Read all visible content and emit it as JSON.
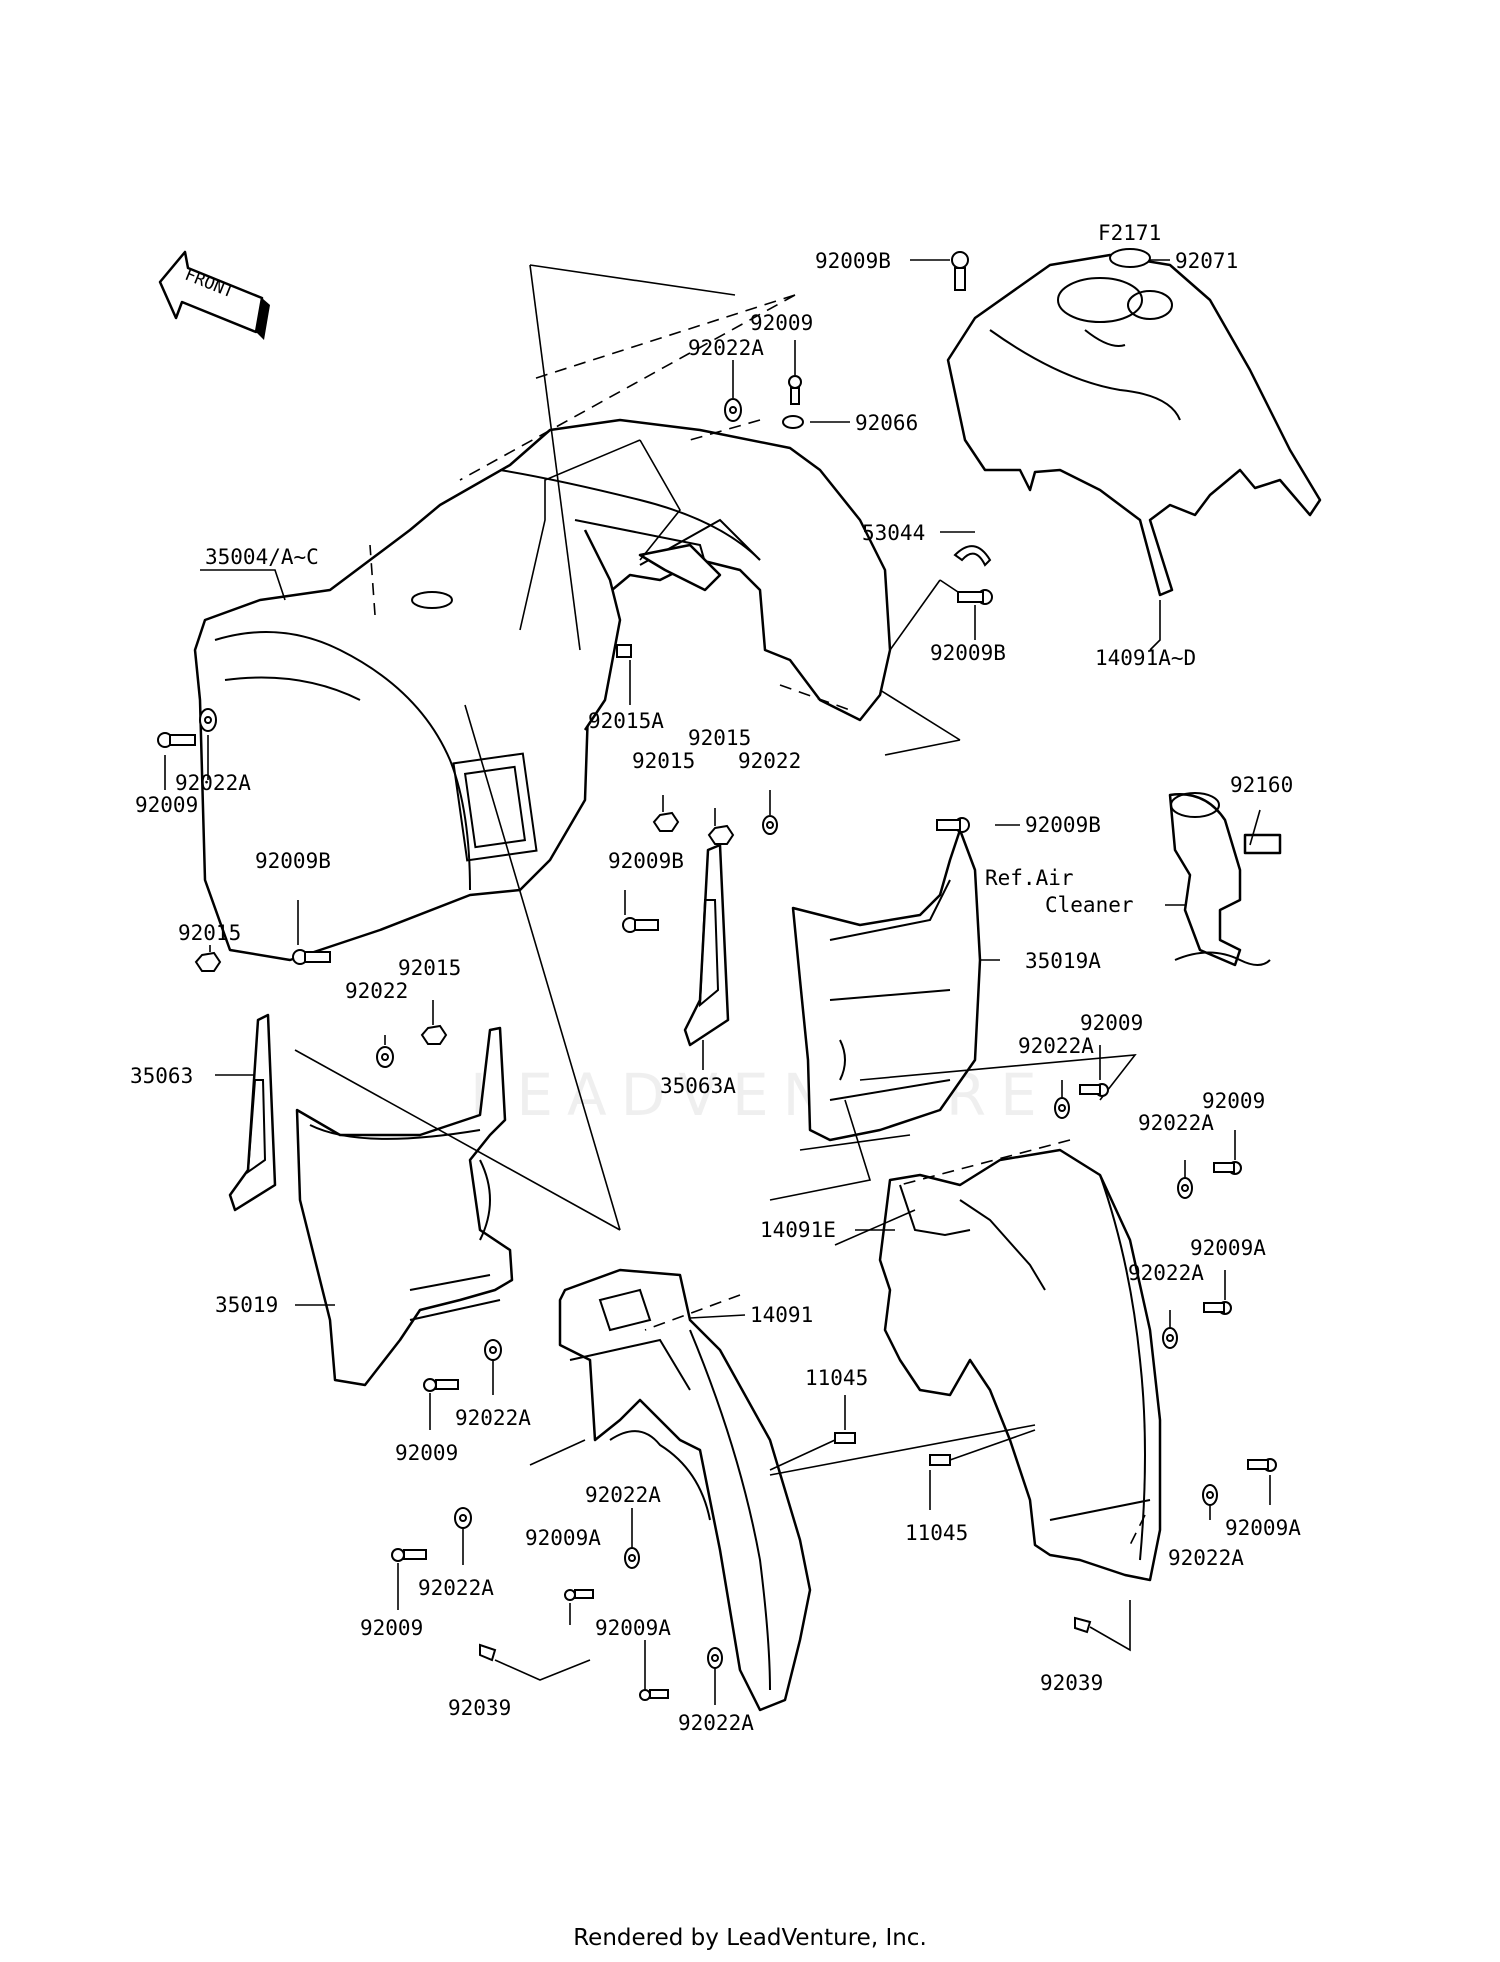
{
  "diagram_code": "F2171",
  "front_label": "FRONT",
  "footer": "Rendered by LeadVenture, Inc.",
  "watermark": "LEADVENTURE",
  "ref_note_line1": "Ref.Air",
  "ref_note_line2": "Cleaner",
  "callouts": [
    "92009B",
    "92071",
    "92009",
    "92022A",
    "92066",
    "53044",
    "35004/A~C",
    "92009B",
    "14091A~D",
    "92015A",
    "92015",
    "92015",
    "92022",
    "92009B",
    "92022A",
    "92009",
    "92009B",
    "92009B",
    "92160",
    "35019A",
    "92015",
    "92015",
    "92022",
    "35063",
    "35063A",
    "92009",
    "92022A",
    "92009",
    "92022A",
    "14091E",
    "92009A",
    "92022A",
    "35019",
    "14091",
    "11045",
    "92022A",
    "92009",
    "92022A",
    "92009A",
    "11045",
    "92009A",
    "92022A",
    "92022A",
    "92009",
    "92009A",
    "92022A",
    "92039",
    "92039"
  ]
}
